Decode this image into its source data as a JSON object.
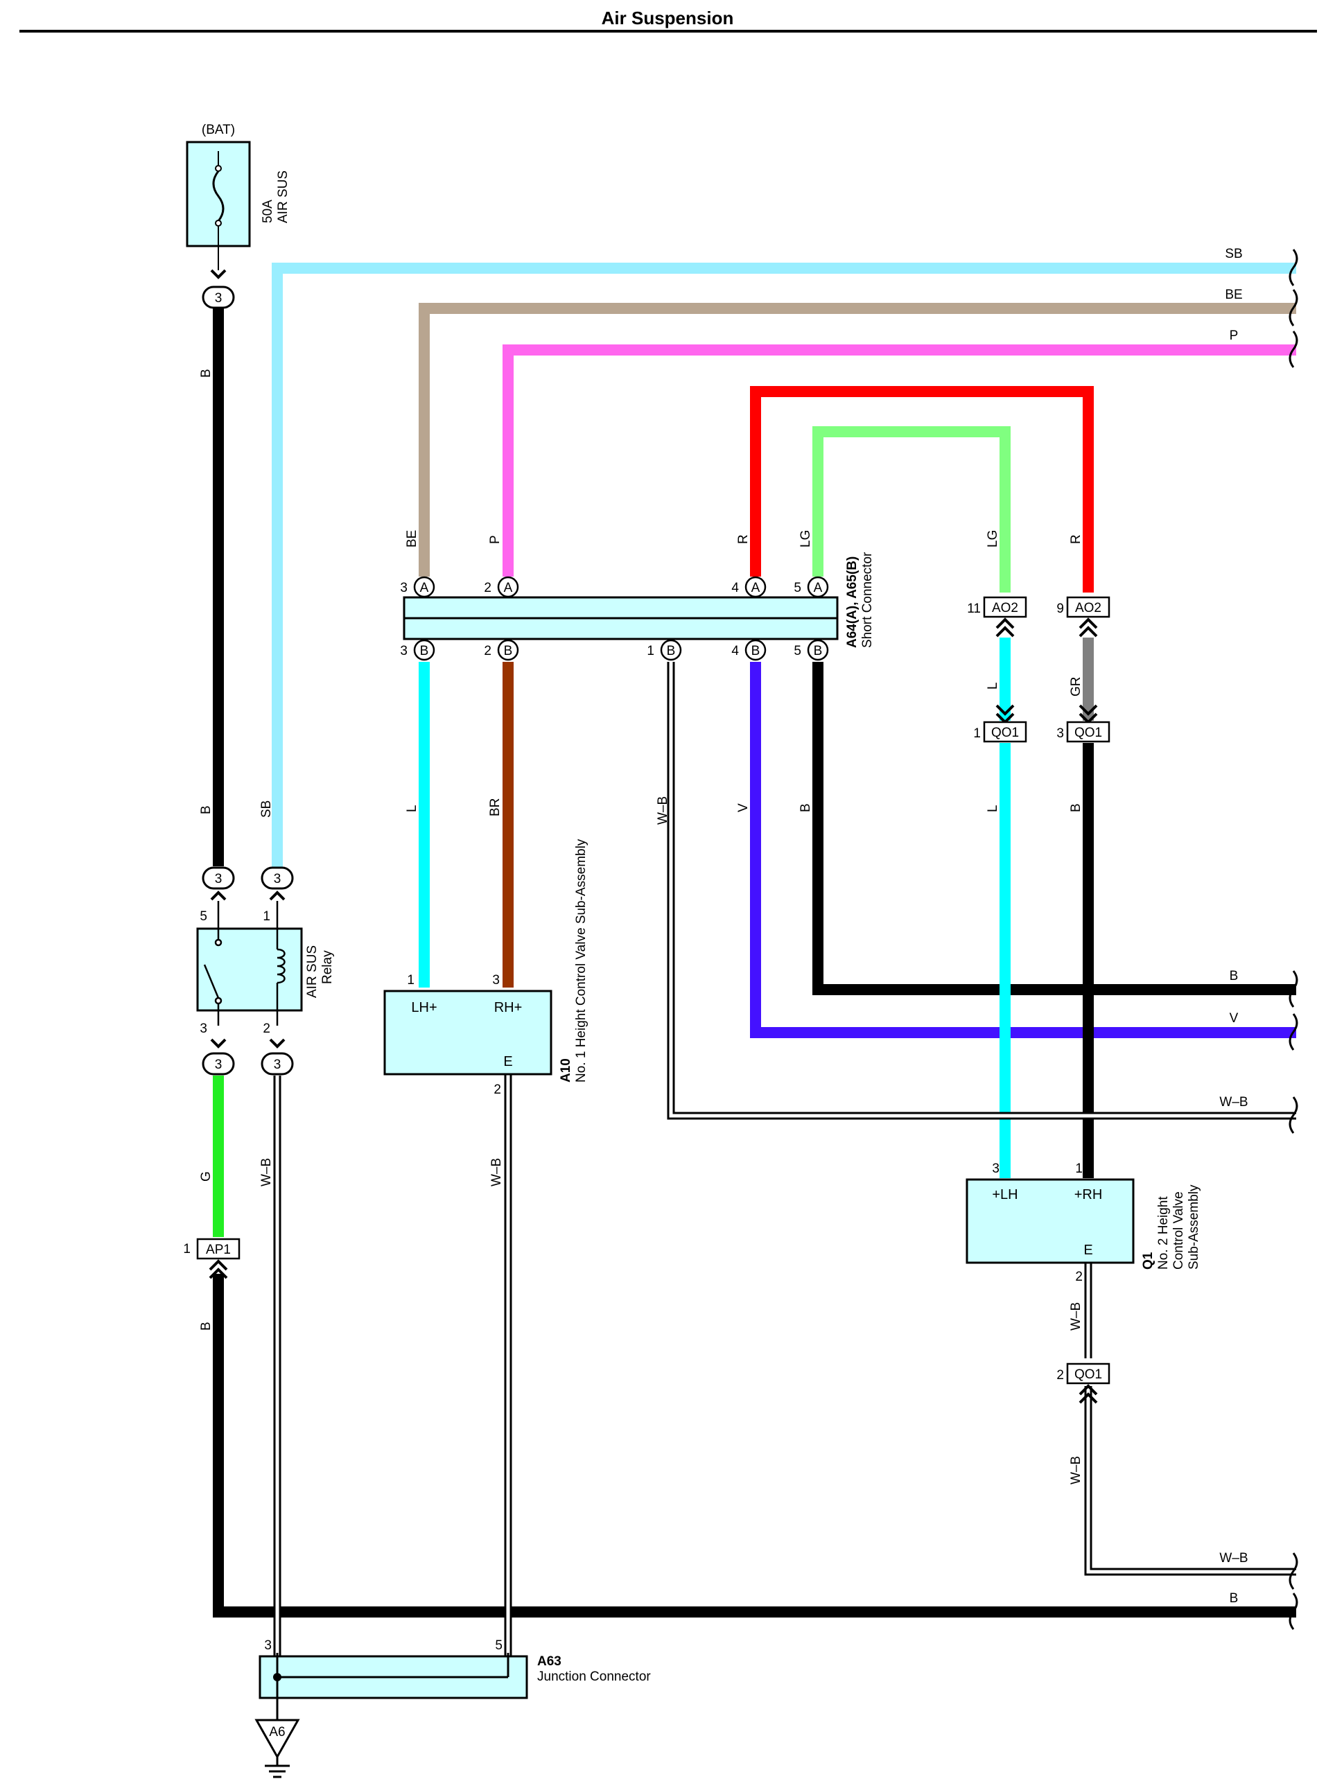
{
  "title": "Air Suspension",
  "colors": {
    "B": "#000000",
    "SB": "#99eeff",
    "BE": "#b8a590",
    "P": "#ff66ee",
    "R": "#ff0000",
    "LG": "#80ff80",
    "L": "#00ffff",
    "BR": "#993300",
    "V": "#4411ff",
    "G": "#22ee22",
    "GR": "#808080",
    "W-B": "#ffffff",
    "box_fill": "#ccffff"
  },
  "components": {
    "fuse": {
      "source": "(BAT)",
      "rating": "50A",
      "name": "AIR SUS",
      "icon": "fuse-icon"
    },
    "relay": {
      "name": "AIR SUS",
      "sub": "Relay",
      "icon": "relay-coil-icon",
      "pins": [
        "5",
        "1",
        "3",
        "2"
      ]
    },
    "short_connector": {
      "id": "A64(A), A65(B)",
      "name": "Short Connector"
    },
    "valve1": {
      "id": "A10",
      "name": "No. 1 Height Control Valve Sub-Assembly",
      "terminals": [
        "LH+",
        "RH+",
        "E"
      ]
    },
    "valve2": {
      "id": "Q1",
      "name_lines": [
        "No. 2 Height",
        "Control Valve",
        "Sub-Assembly"
      ],
      "terminals": [
        "+LH",
        "+RH",
        "E"
      ]
    },
    "junction": {
      "id": "A63",
      "name": "Junction Connector"
    },
    "ground": {
      "id": "A6",
      "icon": "ground-icon"
    }
  },
  "connector_tags": {
    "AO2": "AO2",
    "QO1": "QO1",
    "AP1": "AP1",
    "oval": "3",
    "letter_A": "A",
    "letter_B": "B"
  },
  "pin_numbers": {
    "fuse_out": "3",
    "relay_in5": "3",
    "relay_in1": "3",
    "relay_out3": "3",
    "relay_out2": "3",
    "sc_A3": "3",
    "sc_A2": "2",
    "sc_A4": "4",
    "sc_A5": "5",
    "sc_B3": "3",
    "sc_B2": "2",
    "sc_B1": "1",
    "sc_B4": "4",
    "sc_B5": "5",
    "ao2_11": "11",
    "ao2_9": "9",
    "qo1_1": "1",
    "qo1_3": "3",
    "qo1_2": "2",
    "ap1_1": "1",
    "a10_1": "1",
    "a10_3": "3",
    "a10_2": "2",
    "q1_3": "3",
    "q1_1": "1",
    "q1_2": "2",
    "a63_3": "3",
    "a63_5": "5"
  },
  "wire_labels": {
    "B": "B",
    "SB": "SB",
    "BE": "BE",
    "P": "P",
    "R": "R",
    "LG": "LG",
    "L": "L",
    "BR": "BR",
    "V": "V",
    "G": "G",
    "GR": "GR",
    "WB": "W–B"
  },
  "right_edge_labels": [
    "SB",
    "BE",
    "P",
    "B",
    "V",
    "W–B",
    "W–B",
    "B"
  ]
}
